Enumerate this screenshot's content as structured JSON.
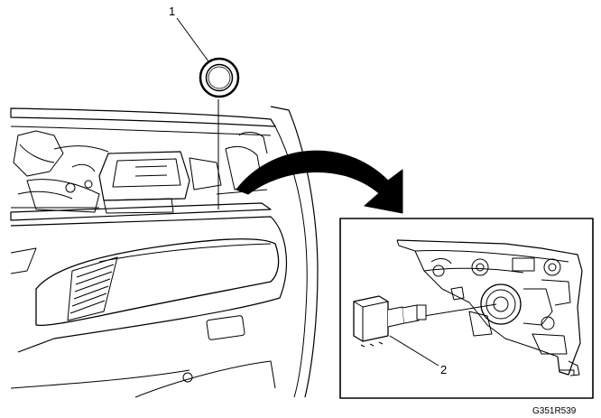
{
  "callouts": [
    {
      "id": "1",
      "label": "1"
    },
    {
      "id": "2",
      "label": "2"
    }
  ],
  "figure_code": "G351R539",
  "colors": {
    "line": "#000000",
    "background": "#ffffff",
    "shade": "#bfbfbf"
  }
}
